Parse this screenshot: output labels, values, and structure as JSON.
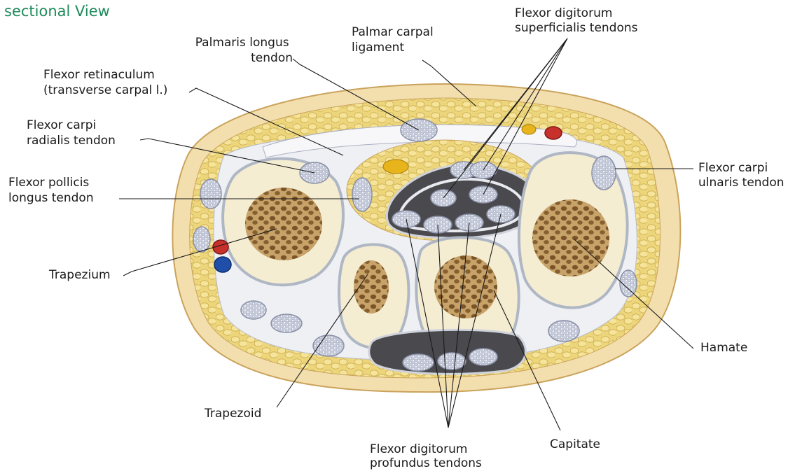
{
  "heading": "sectional View",
  "labels": {
    "palmaris_longus": [
      "Palmaris longus",
      "tendon"
    ],
    "palmar_carpal_ligament": [
      "Palmar carpal",
      "ligament"
    ],
    "fds_tendons": [
      "Flexor digitorum",
      "superficialis tendons"
    ],
    "flexor_retinaculum": [
      "Flexor retinaculum",
      "(transverse carpal l.)"
    ],
    "fcr_tendon": [
      "Flexor carpi",
      "radialis tendon"
    ],
    "fcu_tendon": [
      "Flexor carpi",
      "ulnaris tendon"
    ],
    "fpl_tendon": [
      "Flexor pollicis",
      "longus tendon"
    ],
    "trapezium": [
      "Trapezium"
    ],
    "hamate": [
      "Hamate"
    ],
    "trapezoid": [
      "Trapezoid"
    ],
    "capitate": [
      "Capitate"
    ],
    "fdp_tendons": [
      "Flexor digitorum",
      "profundus tendons"
    ]
  },
  "colors": {
    "heading": "#1f8a5b",
    "fat": "#ecd57a",
    "skin": "#f3dfae",
    "fascia": "#eef0f4",
    "bone_cortex": "#f4edd2",
    "bone_marrow": "#a8814a",
    "tendon": "#c9cede",
    "artery": "#c8302b",
    "vein": "#1f4fa8",
    "nerve": "#e8b41c",
    "cavity": "#4a4a4e"
  }
}
